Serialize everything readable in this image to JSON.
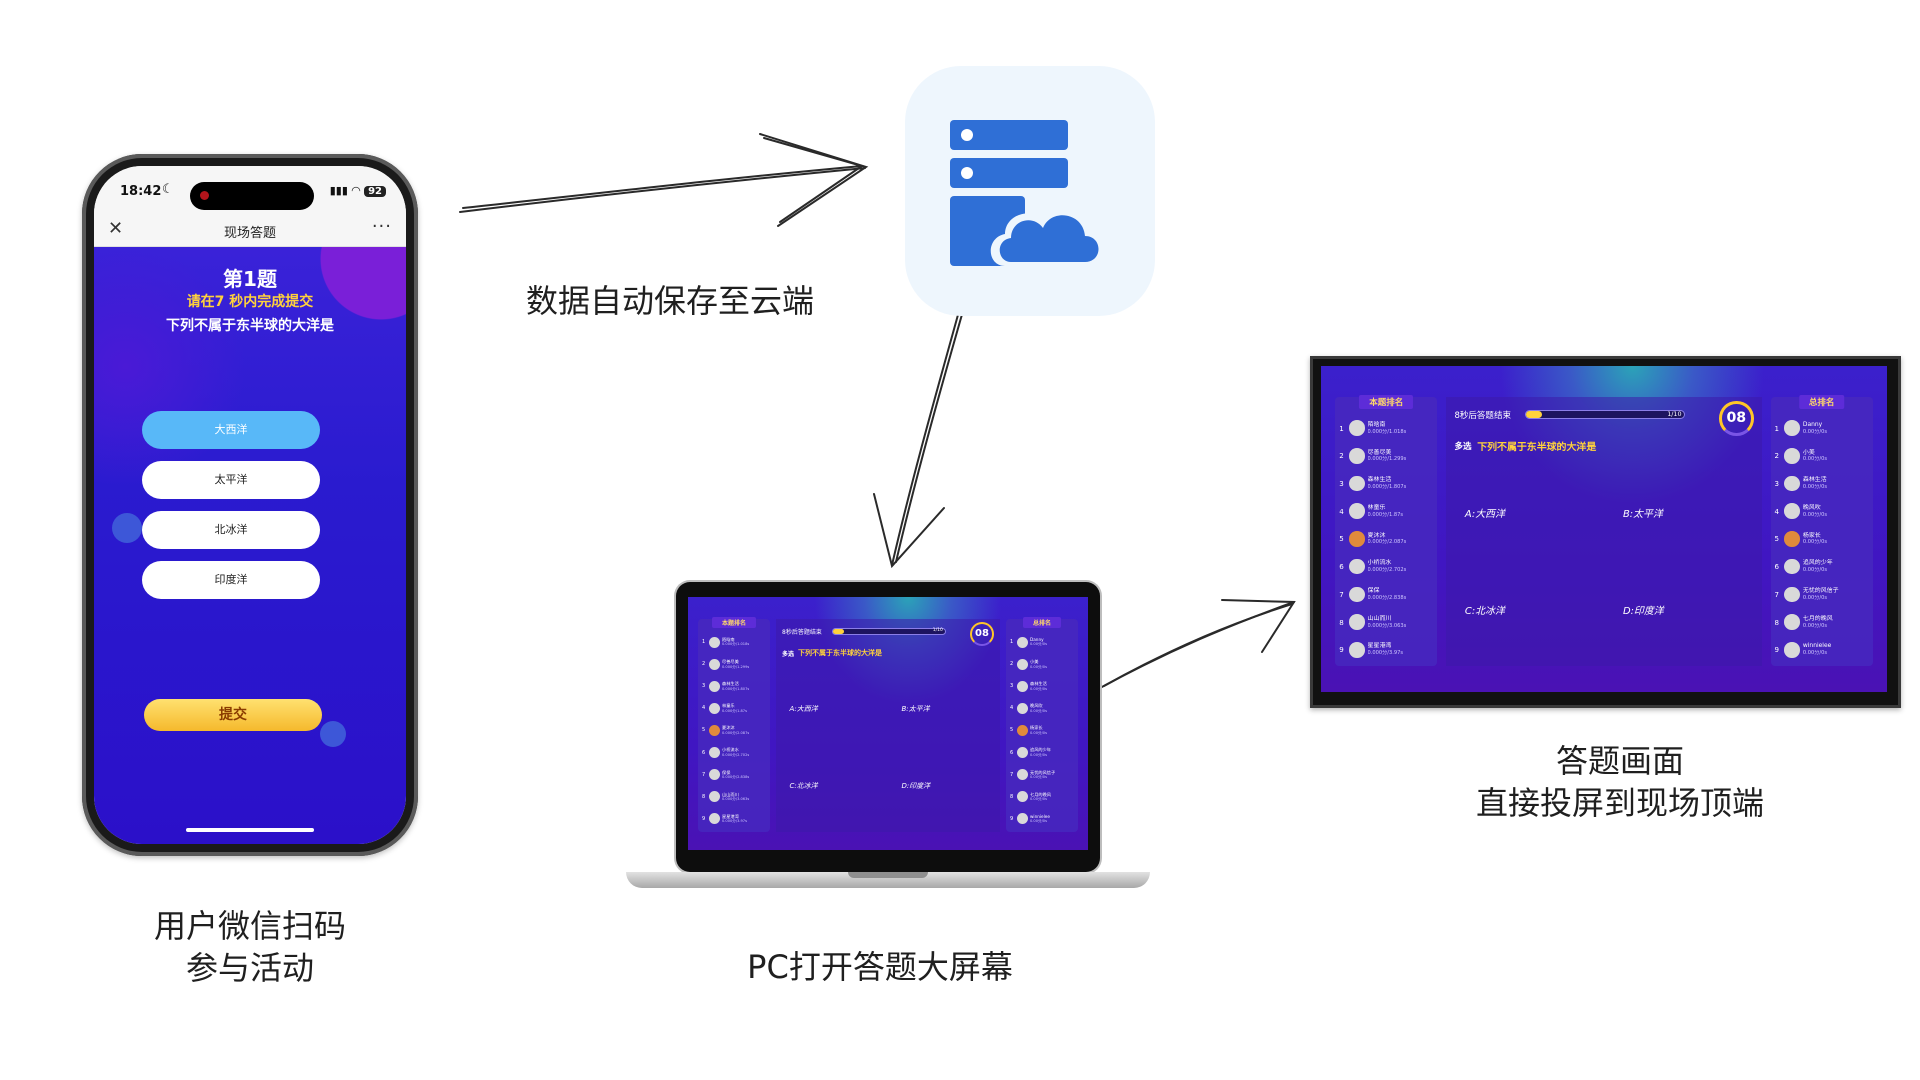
{
  "captions": {
    "phone": [
      "用户微信扫码",
      "参与活动"
    ],
    "cloud": "数据自动保存至云端",
    "laptop": "PC打开答题大屏幕",
    "monitor": [
      "答题画面",
      "直接投屏到现场顶端"
    ]
  },
  "phone": {
    "status_time": "18:42",
    "battery": "92",
    "nav_title": "现场答题",
    "nav_close_icon": "close-icon",
    "nav_more_icon": "more-dots-icon",
    "question_number": "第1题",
    "time_hint": "请在7 秒内完成提交",
    "question": "下列不属于东半球的大洋是",
    "options": [
      {
        "label": "大西洋",
        "selected": true
      },
      {
        "label": "太平洋",
        "selected": false
      },
      {
        "label": "北冰洋",
        "selected": false
      },
      {
        "label": "印度洋",
        "selected": false
      }
    ],
    "submit_label": "提交"
  },
  "cloud_icon": "server-cloud-icon",
  "big_screen": {
    "left_title": "本题排名",
    "right_title": "总排名",
    "countdown_text": "8秒后答题结束",
    "progress_label": "1/10",
    "progress_fraction": 0.1,
    "timer": "08",
    "question_type": "多选",
    "question": "下列不属于东半球的大洋是",
    "options": [
      "A:大西洋",
      "B:太平洋",
      "C:北冰洋",
      "D:印度洋"
    ],
    "left_rank": [
      {
        "rank": "1",
        "name": "陌晗南",
        "sub": "0.000分/1.018s"
      },
      {
        "rank": "2",
        "name": "尽善尽美",
        "sub": "0.000分/1.299s"
      },
      {
        "rank": "3",
        "name": "森林生活",
        "sub": "0.000分/1.807s"
      },
      {
        "rank": "4",
        "name": "林童乐",
        "sub": "0.000分/1.87s"
      },
      {
        "rank": "5",
        "name": "夏沐沐",
        "sub": "0.000分/2.087s"
      },
      {
        "rank": "6",
        "name": "小桥流水",
        "sub": "0.000分/2.702s"
      },
      {
        "rank": "7",
        "name": "保保",
        "sub": "0.000分/2.838s"
      },
      {
        "rank": "8",
        "name": "山山而川",
        "sub": "0.000分/3.063s"
      },
      {
        "rank": "9",
        "name": "星星港湾",
        "sub": "0.000分/3.97s"
      }
    ],
    "right_rank": [
      {
        "rank": "1",
        "name": "Danny",
        "sub": "0.00分/0s"
      },
      {
        "rank": "2",
        "name": "小美",
        "sub": "0.00分/0s"
      },
      {
        "rank": "3",
        "name": "森林生活",
        "sub": "0.00分/0s"
      },
      {
        "rank": "4",
        "name": "晚风吹",
        "sub": "0.00分/0s"
      },
      {
        "rank": "5",
        "name": "杨家长",
        "sub": "0.00分/0s"
      },
      {
        "rank": "6",
        "name": "追风的少年",
        "sub": "0.00分/0s"
      },
      {
        "rank": "7",
        "name": "无忧的风信子",
        "sub": "0.00分/0s"
      },
      {
        "rank": "8",
        "name": "七月的晚风",
        "sub": "0.00分/0s"
      },
      {
        "rank": "9",
        "name": "winnielee",
        "sub": "0.00分/0s"
      }
    ]
  },
  "colors": {
    "phone_bg": "#2b1bcf",
    "selected_option": "#58b8f8",
    "submit_button": "#f5b92c",
    "accent_yellow": "#ffd23c",
    "cloud_icon_blue": "#2f6fd6"
  }
}
